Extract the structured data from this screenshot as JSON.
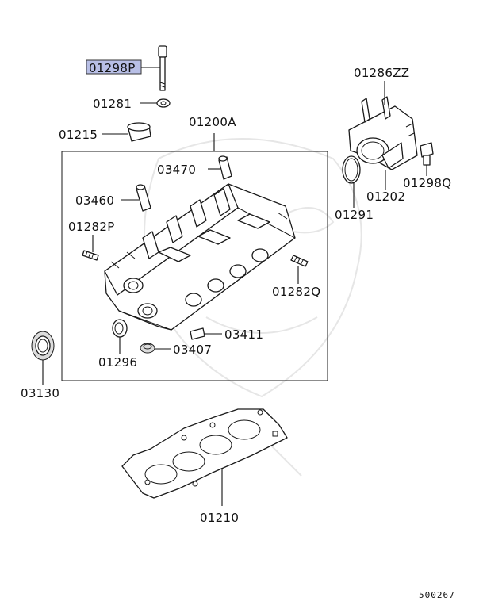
{
  "diagram_code": "500267",
  "highlight_color": "#b8bfe6",
  "parts": {
    "bolt_01298P": "01298P",
    "washer_01281": "01281",
    "cap_01215": "01215",
    "head_assy_01200A": "01200A",
    "stud_03470": "03470",
    "stud_03460": "03460",
    "stud_01282P": "01282P",
    "stud_01282Q": "01282Q",
    "plug_03411": "03411",
    "plug_03407": "03407",
    "plug_01296": "01296",
    "seal_03130": "03130",
    "housing_01286ZZ": "01286ZZ",
    "bolt_01298Q": "01298Q",
    "oring_01291": "01291",
    "gasket_01202": "01202",
    "head_gasket_01210": "01210"
  }
}
